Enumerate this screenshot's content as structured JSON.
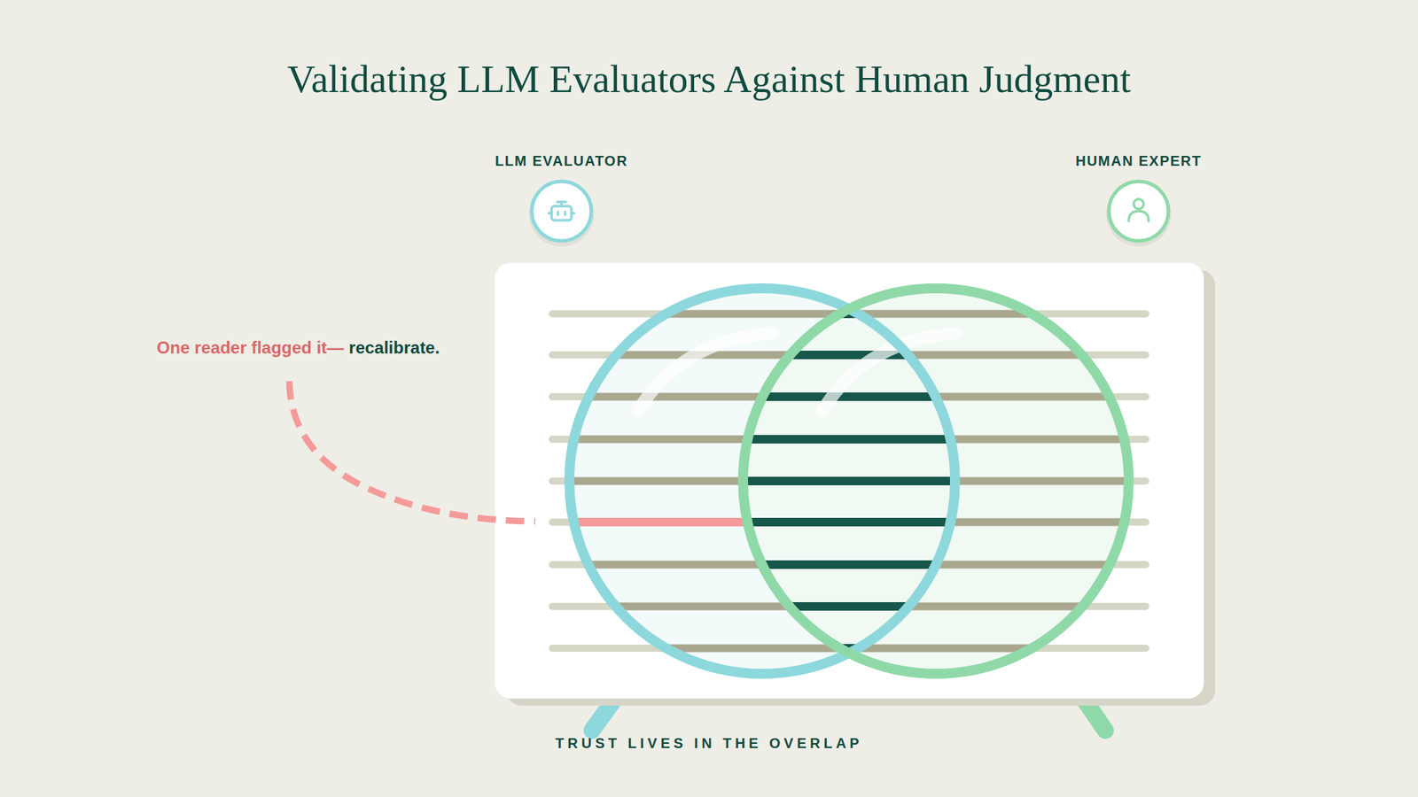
{
  "diagram": {
    "title": "Validating LLM Evaluators Against Human Judgment",
    "caption": "TRUST LIVES IN THE OVERLAP",
    "nodes": [
      {
        "text": [
          "LLM EVALUATOR"
        ]
      },
      {
        "text": [
          "HUMAN EXPERT"
        ]
      }
    ],
    "labels": [
      "One reader flagged it—",
      "recalibrate."
    ]
  }
}
